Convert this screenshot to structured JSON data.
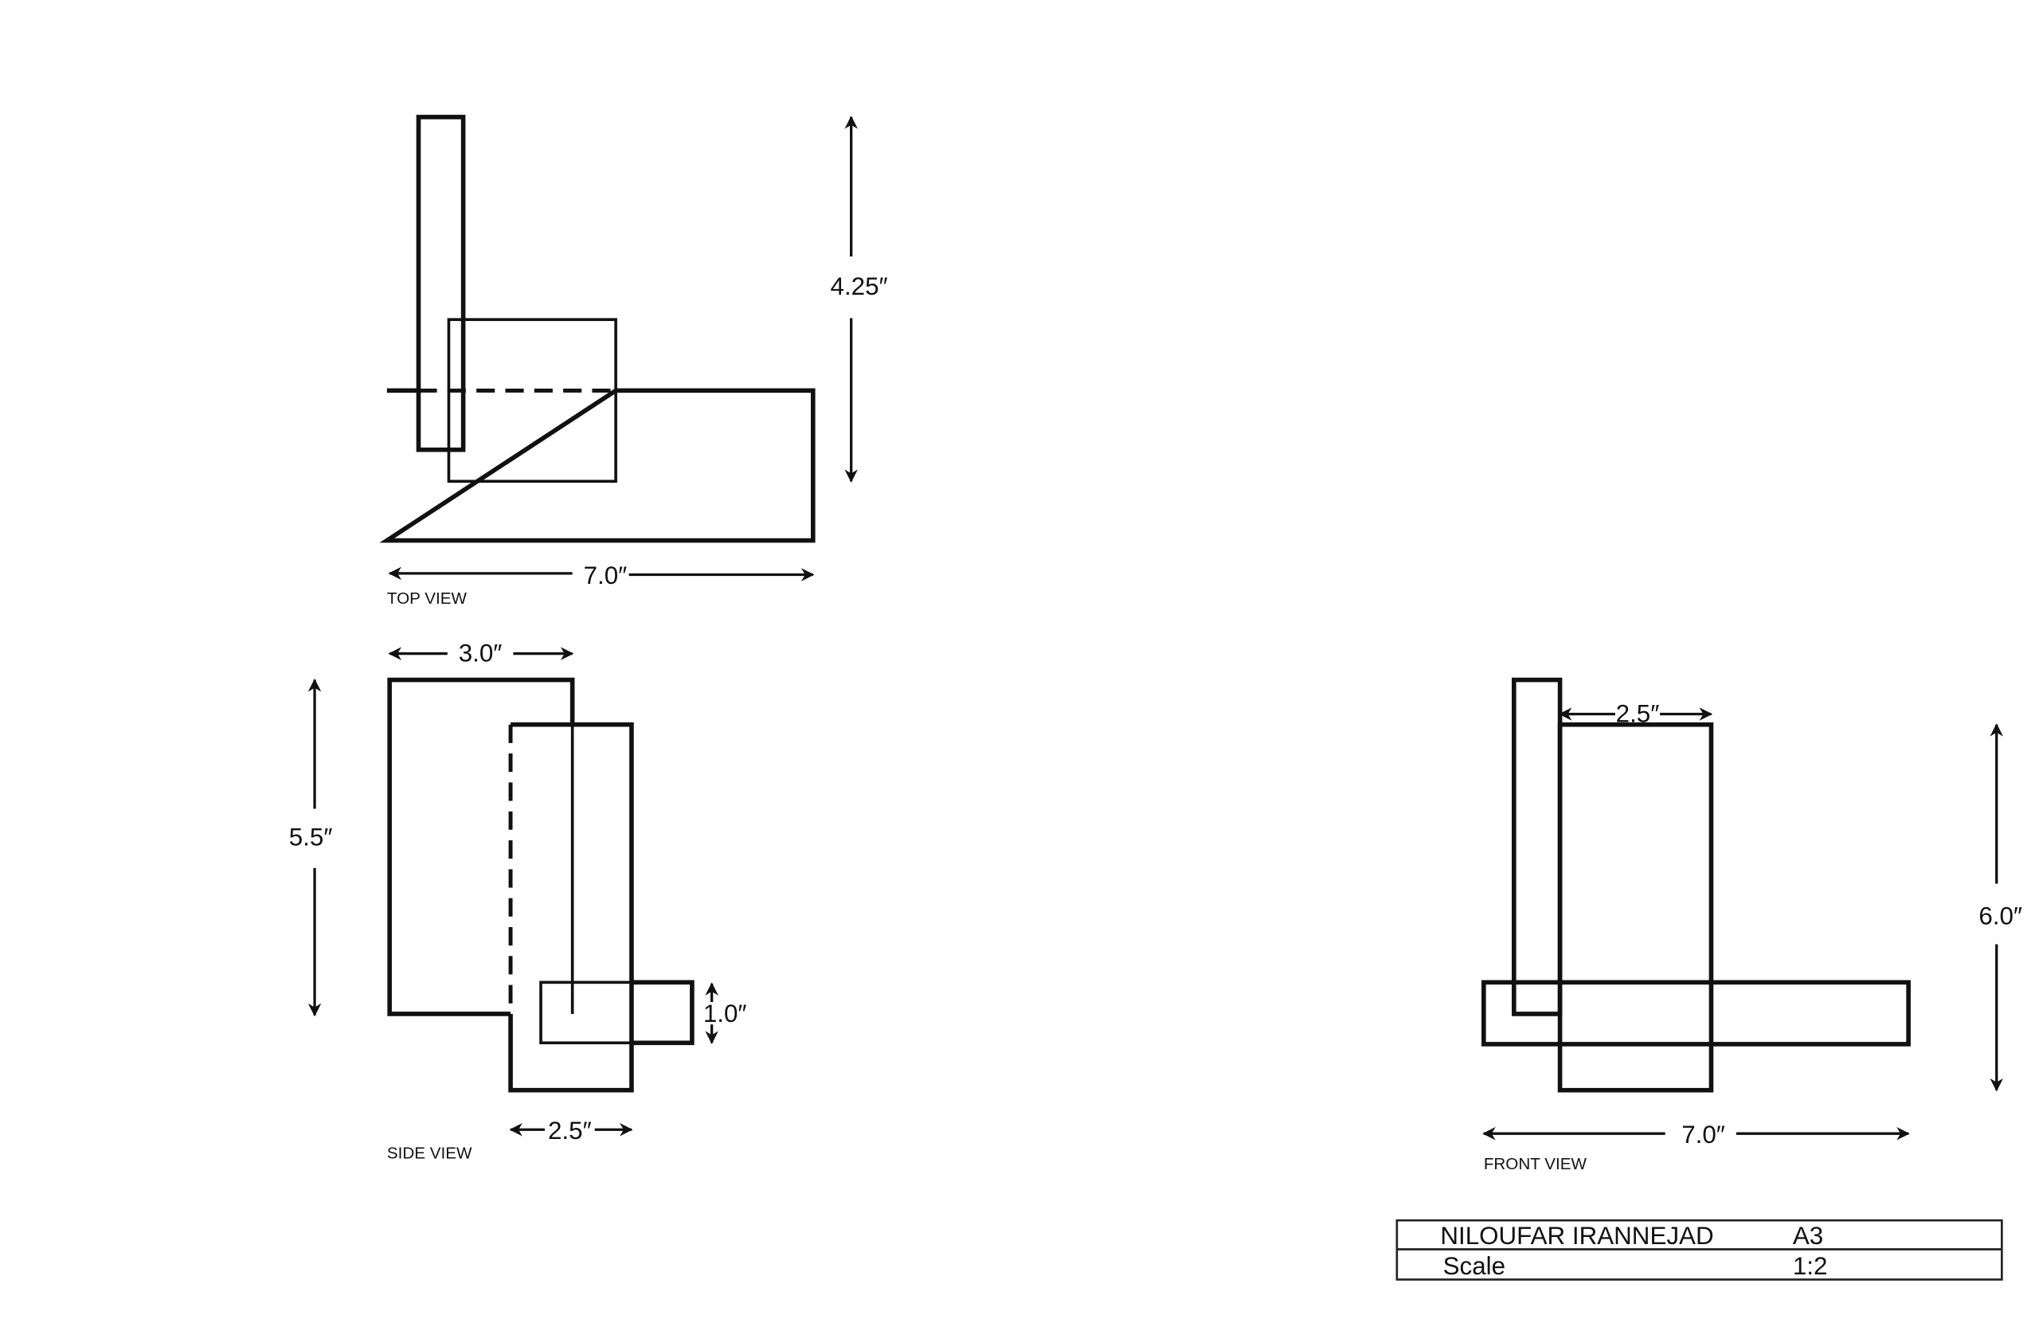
{
  "views": {
    "top": {
      "label": "TOP VIEW",
      "height_dim": "4.25″",
      "width_dim": "7.0″"
    },
    "side": {
      "label": "SIDE VIEW",
      "top_width_dim": "3.0″",
      "height_dim": "5.5″",
      "small_height_dim": "1.0″",
      "bottom_width_dim": "2.5″"
    },
    "front": {
      "label": "FRONT VIEW",
      "top_width_dim": "2.5″",
      "height_dim": "6.0″",
      "width_dim": "7.0″"
    }
  },
  "title_block": {
    "name": "NILOUFAR IRANNEJAD",
    "sheet": "A3",
    "scale_label": "Scale",
    "scale_value": "1:2"
  }
}
